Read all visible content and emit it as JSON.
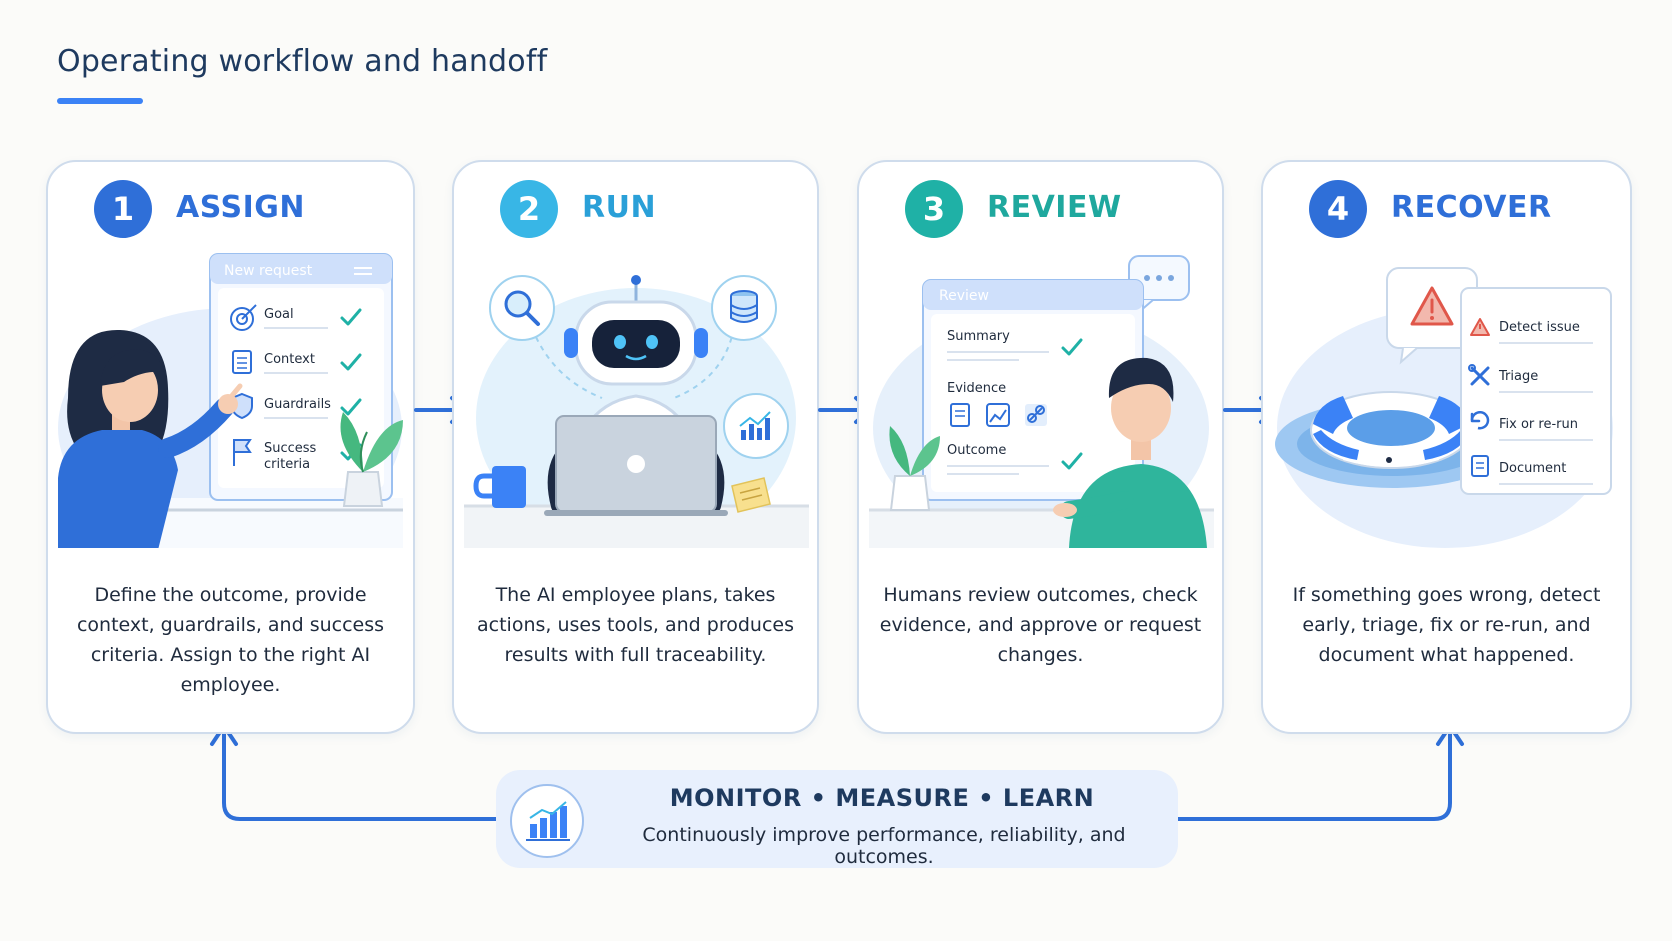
{
  "title": "Operating workflow and handoff",
  "colors": {
    "blue": "#2f6fd8",
    "sky": "#38b6e6",
    "teal": "#1fb1a6",
    "accent": "#3b82f6",
    "line": "#2f6fd8"
  },
  "steps": [
    {
      "number": "1",
      "title": "ASSIGN",
      "description": "Define the outcome, provide context, guardrails, and success criteria. Assign to the right AI employee.",
      "panel_title": "New request",
      "items": [
        {
          "label": "Goal",
          "icon": "target-icon"
        },
        {
          "label": "Context",
          "icon": "document-icon"
        },
        {
          "label": "Guardrails",
          "icon": "shield-icon"
        },
        {
          "label": "Success",
          "label2": "criteria",
          "icon": "flag-icon"
        }
      ]
    },
    {
      "number": "2",
      "title": "RUN",
      "description": "The AI employee plans, takes actions, uses tools, and produces results with full traceability.",
      "icons": [
        "search-icon",
        "database-icon",
        "chart-icon"
      ]
    },
    {
      "number": "3",
      "title": "REVIEW",
      "description": "Humans review outcomes, check evidence, and approve or request changes.",
      "panel_title": "Review",
      "items": [
        {
          "label": "Summary"
        },
        {
          "label": "Evidence"
        },
        {
          "label": "Outcome"
        }
      ]
    },
    {
      "number": "4",
      "title": "RECOVER",
      "description": "If something goes wrong, detect early, triage, fix or re-run, and document what happened.",
      "items": [
        {
          "label": "Detect issue",
          "icon": "warning-icon"
        },
        {
          "label": "Triage",
          "icon": "tools-icon"
        },
        {
          "label": "Fix or re-run",
          "icon": "refresh-icon"
        },
        {
          "label": "Document",
          "icon": "document-icon"
        }
      ]
    }
  ],
  "footer": {
    "heading": "MONITOR • MEASURE • LEARN",
    "subtitle": "Continuously improve performance, reliability, and outcomes.",
    "icon": "bar-chart-icon"
  }
}
